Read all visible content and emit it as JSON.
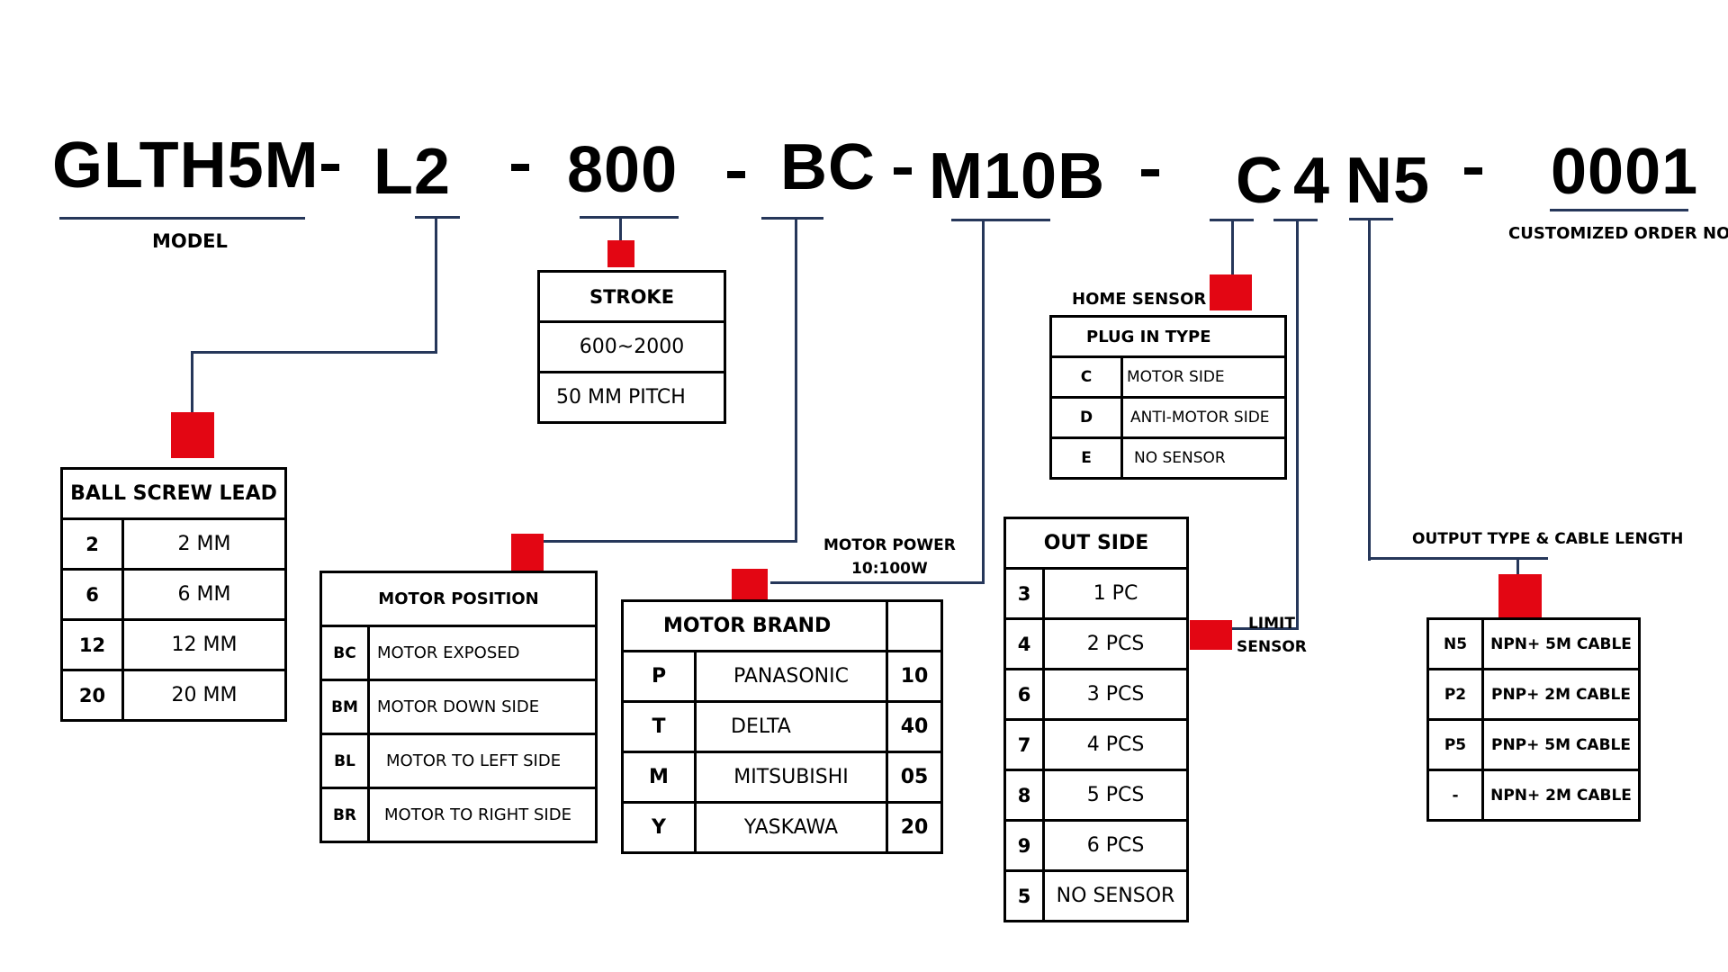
{
  "code": {
    "model": "GLTH5M",
    "lead": "L2",
    "stroke": "800",
    "motor_position": "BC",
    "motor": "M10B",
    "home_sensor": "C",
    "limit_sensor": "4",
    "output": "N5",
    "order_no": "0001",
    "separator": "-"
  },
  "labels": {
    "model": "MODEL",
    "customized_order_no": "CUSTOMIZED ORDER NO",
    "home_sensor": "HOME SENSOR",
    "motor_power_line1": "MOTOR POWER",
    "motor_power_line2": "10:100W",
    "limit_sensor_line1": "LIMIT",
    "limit_sensor_line2": "SENSOR",
    "output_type": "OUTPUT TYPE & CABLE LENGTH"
  },
  "ball_screw_lead": {
    "title": "BALL SCREW LEAD",
    "rows": [
      {
        "code": "2",
        "value": "2 MM"
      },
      {
        "code": "6",
        "value": "6 MM"
      },
      {
        "code": "12",
        "value": "12 MM"
      },
      {
        "code": "20",
        "value": "20 MM"
      }
    ]
  },
  "stroke": {
    "title": "STROKE",
    "rows": [
      "600~2000",
      "50 MM PITCH"
    ]
  },
  "motor_position": {
    "title": "MOTOR POSITION",
    "rows": [
      {
        "code": "BC",
        "value": "MOTOR EXPOSED"
      },
      {
        "code": "BM",
        "value": "MOTOR DOWN SIDE"
      },
      {
        "code": "BL",
        "value": "MOTOR TO LEFT SIDE"
      },
      {
        "code": "BR",
        "value": "MOTOR TO RIGHT SIDE"
      }
    ]
  },
  "motor_brand": {
    "title": "MOTOR BRAND",
    "rows": [
      {
        "code": "P",
        "value": "PANASONIC",
        "power": "10"
      },
      {
        "code": "T",
        "value": "DELTA",
        "power": "40"
      },
      {
        "code": "M",
        "value": "MITSUBISHI",
        "power": "05"
      },
      {
        "code": "Y",
        "value": "YASKAWA",
        "power": "20"
      }
    ]
  },
  "plug_in_type": {
    "title": "PLUG IN TYPE",
    "rows": [
      {
        "code": "C",
        "value": "MOTOR SIDE"
      },
      {
        "code": "D",
        "value": "ANTI-MOTOR SIDE"
      },
      {
        "code": "E",
        "value": "NO SENSOR"
      }
    ]
  },
  "out_side": {
    "title": "OUT SIDE",
    "rows": [
      {
        "code": "3",
        "value": "1 PC"
      },
      {
        "code": "4",
        "value": "2 PCS"
      },
      {
        "code": "6",
        "value": "3 PCS"
      },
      {
        "code": "7",
        "value": "4 PCS"
      },
      {
        "code": "8",
        "value": "5 PCS"
      },
      {
        "code": "9",
        "value": "6 PCS"
      },
      {
        "code": "5",
        "value": "NO SENSOR"
      }
    ]
  },
  "output_type": {
    "rows": [
      {
        "code": "N5",
        "value": "NPN+ 5M CABLE"
      },
      {
        "code": "P2",
        "value": "PNP+ 2M CABLE"
      },
      {
        "code": "P5",
        "value": "PNP+ 5M CABLE"
      },
      {
        "code": "-",
        "value": "NPN+ 2M CABLE"
      }
    ]
  },
  "colors": {
    "connector": "#26375a",
    "marker": "#e30613",
    "text": "#000000"
  }
}
